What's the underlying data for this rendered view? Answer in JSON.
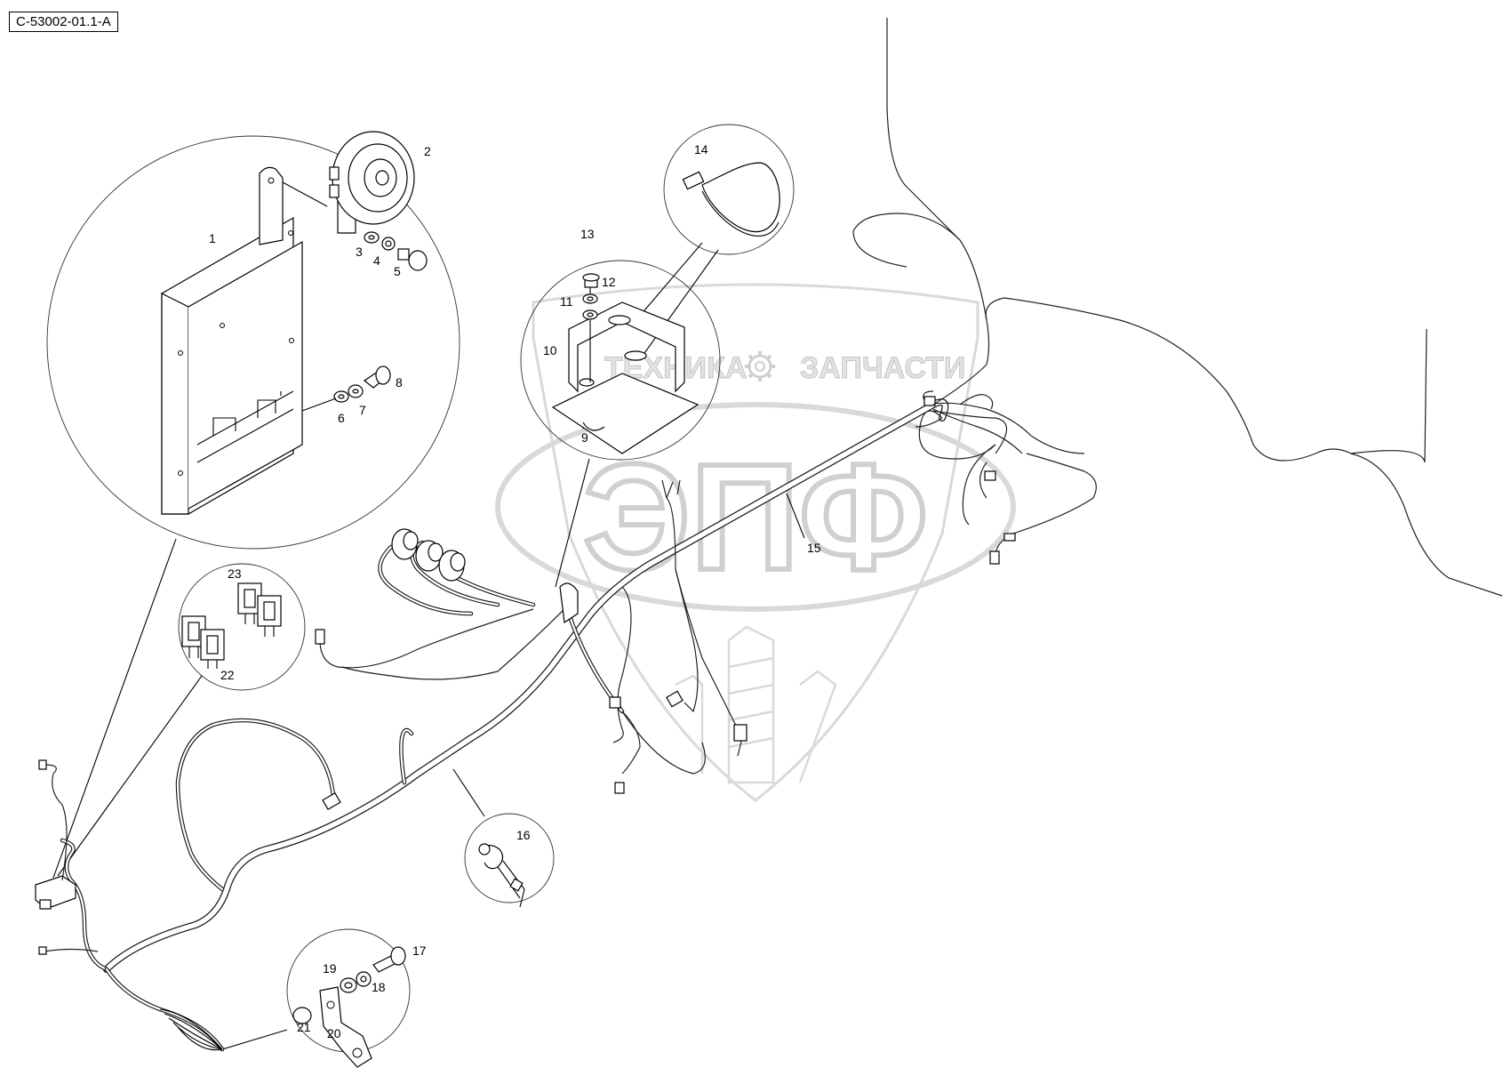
{
  "reference_code": "C-53002-01.1-A",
  "watermark": {
    "line1_left": "ТЕХНИКА",
    "line1_right": "ЗАПЧАСТИ",
    "logo": "ЭПФ",
    "gear_icon": "gear-icon"
  },
  "callouts": [
    "1",
    "2",
    "3",
    "4",
    "5",
    "6",
    "7",
    "8",
    "9",
    "10",
    "11",
    "12",
    "13",
    "14",
    "15",
    "16",
    "17",
    "18",
    "19",
    "20",
    "21",
    "22",
    "23"
  ]
}
